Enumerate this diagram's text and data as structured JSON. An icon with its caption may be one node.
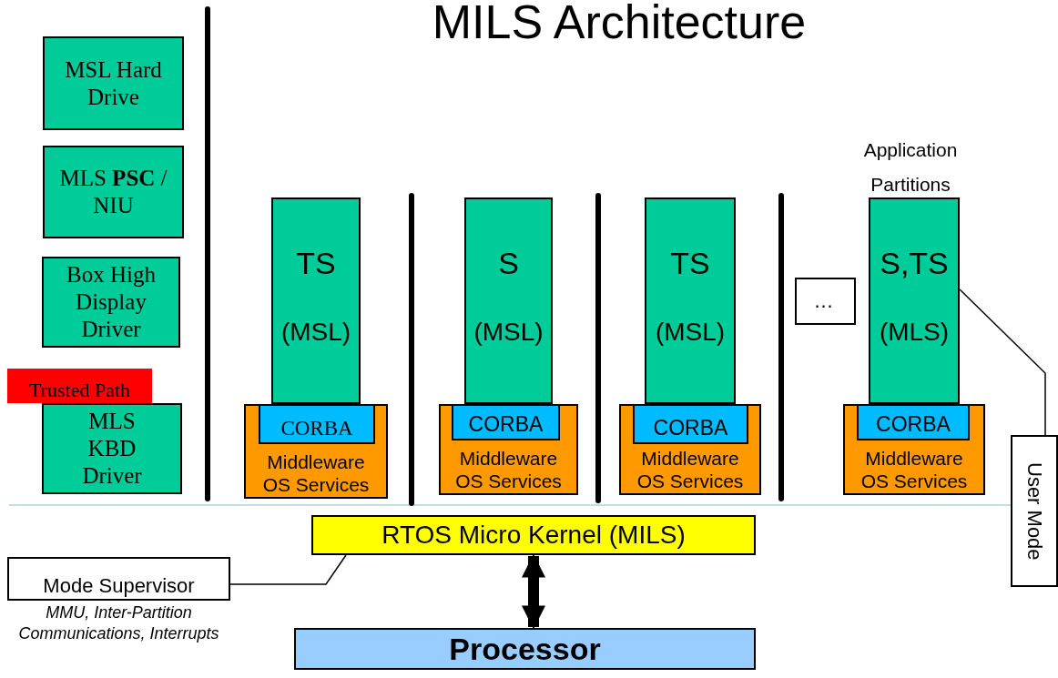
{
  "diagram": {
    "title": "MILS Architecture",
    "nodes": [
      {
        "text": [
          "MSL Hard Drive"
        ]
      },
      {
        "text": [
          "MLS **PSC** / NIU"
        ]
      },
      {
        "text": [
          "Box High Display Driver"
        ]
      },
      {
        "text": [
          "Trusted Path"
        ]
      },
      {
        "text": [
          "MLS KBD Driver"
        ]
      },
      {
        "text": [
          "TS",
          "(MSL)"
        ]
      },
      {
        "text": [
          "Middleware OS Services"
        ]
      },
      {
        "text": [
          "CORBA"
        ],
        "in": 6
      },
      {
        "text": [
          "S",
          "(MSL)"
        ]
      },
      {
        "text": [
          "Middleware OS Services"
        ]
      },
      {
        "text": [
          "CORBA"
        ],
        "in": 9
      },
      {
        "text": [
          "TS",
          "(MSL)"
        ]
      },
      {
        "text": [
          "Middleware OS Services"
        ]
      },
      {
        "text": [
          "CORBA"
        ],
        "in": 12
      },
      {
        "text": [
          "…"
        ]
      },
      {
        "text": [
          "S,TS",
          "(MLS)"
        ]
      },
      {
        "text": [
          "Middleware OS Services"
        ]
      },
      {
        "text": [
          "CORBA"
        ],
        "in": 16
      },
      {
        "text": [
          "RTOS Micro Kernel (MILS)"
        ]
      },
      {
        "text": [
          "Processor"
        ]
      },
      {
        "text": [
          "Mode Supervisor"
        ],
        "beside": [
          "MMU, Inter-Partition Communications, Interrupts"
        ]
      },
      {
        "text": [
          "User Mode"
        ]
      }
    ],
    "edges": [
      {
        "from": 18,
        "to": 19,
        "arrow": "both",
        "style": "thick"
      },
      {
        "from": 20,
        "to": 18,
        "arrow": "none"
      },
      {
        "from": 21,
        "to": 15,
        "arrow": "none"
      }
    ],
    "labels": [
      "Application Partitions"
    ]
  }
}
